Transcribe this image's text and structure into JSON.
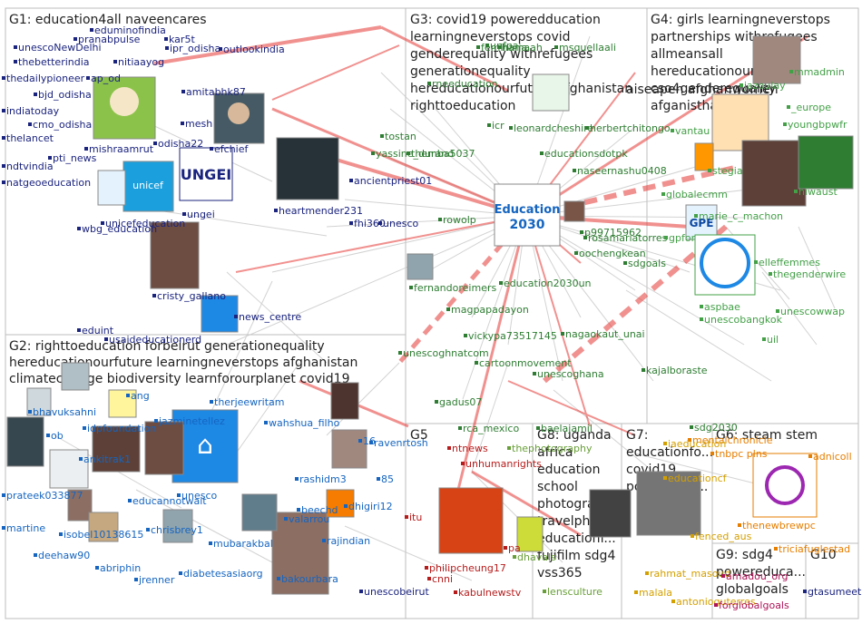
{
  "colors": {
    "g1": "#1a237e",
    "g2": "#1565c0",
    "g3": "#2e7d32",
    "g4": "#43a047",
    "g5": "#b71c1c",
    "g6": "#e67e00",
    "g7": "#d4a000",
    "g8": "#689f38",
    "g9": "#ad1457",
    "edge_red": "#e53935",
    "edge_gray": "#bdbdbd"
  },
  "groups": [
    {
      "id": "G1",
      "title": "G1: education4all naveencares"
    },
    {
      "id": "G2",
      "title": "G2: righttoeducation forbeirut generationequality\nhereducationourfuture learningneverstops afghanistan\nclimatechange biodiversity learnforourplanet covid19"
    },
    {
      "id": "G3",
      "title": "G3: covid19 poweredducation\nlearningneverstops covid\ngenderequality withrefugees\ngenerationequality\nhereducationourfuture afghanistan\nrighttoeducation"
    },
    {
      "id": "G4",
      "title": "G4: girls learningneverstops\npartnerships withrefugees\nallmeansall\nhereducationourfuture\ncso4genderequality\nafganisthan"
    },
    {
      "id": "G5",
      "title": "G5"
    },
    {
      "id": "G6",
      "title": "G6: steam stem"
    },
    {
      "id": "G7",
      "title": "G7:\neducationfo...\ncovid19\npowereduc..."
    },
    {
      "id": "G8",
      "title": "G8: uganda\nafrica\neducation\nschool\nphotograghy\ntravelphoto...\neducationf...\nfujifilm sdg4\nvss365"
    },
    {
      "id": "G9",
      "title": "G9: sdg4\npowereduca...\nglobalgoals"
    },
    {
      "id": "G10",
      "title": "G10"
    }
  ],
  "extra_g3_title": "aiseapen afghanwomen",
  "labels": [
    {
      "t": "eduminofindia",
      "g": "g1"
    },
    {
      "t": "pranabpulse",
      "g": "g1"
    },
    {
      "t": "kar5t",
      "g": "g1"
    },
    {
      "t": "unescoNewDelhi",
      "g": "g1"
    },
    {
      "t": "ipr_odisha",
      "g": "g1"
    },
    {
      "t": "outlookindia",
      "g": "g1"
    },
    {
      "t": "thebetterindia",
      "g": "g1"
    },
    {
      "t": "nitiaayog",
      "g": "g1"
    },
    {
      "t": "thedailypioneer",
      "g": "g1"
    },
    {
      "t": "ap_od",
      "g": "g1"
    },
    {
      "t": "bjd_odisha",
      "g": "g1"
    },
    {
      "t": "amitabhk87",
      "g": "g1"
    },
    {
      "t": "indiatoday",
      "g": "g1"
    },
    {
      "t": "cmo_odisha",
      "g": "g1"
    },
    {
      "t": "mesh",
      "g": "g1"
    },
    {
      "t": "thelancet",
      "g": "g1"
    },
    {
      "t": "mishraamrut",
      "g": "g1"
    },
    {
      "t": "odisha22",
      "g": "g1"
    },
    {
      "t": "efchief",
      "g": "g1"
    },
    {
      "t": "ndtvindia",
      "g": "g1"
    },
    {
      "t": "pti_news",
      "g": "g1"
    },
    {
      "t": "natgeoeducation",
      "g": "g1"
    },
    {
      "t": "wbg_education",
      "g": "g1"
    },
    {
      "t": "unicefeducation",
      "g": "g1"
    },
    {
      "t": "ungei",
      "g": "g1"
    },
    {
      "t": "heartmender231",
      "g": "g1"
    },
    {
      "t": "ancientpriest01",
      "g": "g1"
    },
    {
      "t": "fhi360",
      "g": "g1"
    },
    {
      "t": "unesco",
      "g": "g1"
    },
    {
      "t": "cristy_gallano",
      "g": "g1"
    },
    {
      "t": "news_centre",
      "g": "g1"
    },
    {
      "t": "eduint",
      "g": "g1"
    },
    {
      "t": "usaideducationerd",
      "g": "g1"
    },
    {
      "t": "bhavuksahni",
      "g": "g2"
    },
    {
      "t": "idpfoundation",
      "g": "g2"
    },
    {
      "t": "jazminetellez",
      "g": "g2"
    },
    {
      "t": "therjeewritam",
      "g": "g2"
    },
    {
      "t": "wahshua_filho",
      "g": "g2"
    },
    {
      "t": "ankitrak1",
      "g": "g2"
    },
    {
      "t": "prateek033877",
      "g": "g2"
    },
    {
      "t": "educannotwait",
      "g": "g2"
    },
    {
      "t": "unesco",
      "g": "g2"
    },
    {
      "t": "rashidm3",
      "g": "g2"
    },
    {
      "t": "85",
      "g": "g2"
    },
    {
      "t": "valarrou",
      "g": "g2"
    },
    {
      "t": "martine",
      "g": "g2"
    },
    {
      "t": "isobel10138615",
      "g": "g2"
    },
    {
      "t": "chrisbrey1",
      "g": "g2"
    },
    {
      "t": "mubarakbal",
      "g": "g2"
    },
    {
      "t": "dhigiri12",
      "g": "g2"
    },
    {
      "t": "rajindian",
      "g": "g2"
    },
    {
      "t": "deehaw90",
      "g": "g2"
    },
    {
      "t": "abriphin",
      "g": "g2"
    },
    {
      "t": "diabetesasiaorg",
      "g": "g2"
    },
    {
      "t": "jrenner",
      "g": "g2"
    },
    {
      "t": "bakourbara",
      "g": "g2"
    },
    {
      "t": "ob",
      "g": "g2"
    },
    {
      "t": "ang",
      "g": "g2"
    },
    {
      "t": "ravenrtosh",
      "g": "g2"
    },
    {
      "t": "beechd",
      "g": "g2"
    },
    {
      "t": "16",
      "g": "g2"
    },
    {
      "t": "tostan",
      "g": "g3"
    },
    {
      "t": "yassine_durand",
      "g": "g3"
    },
    {
      "t": "themba5037",
      "g": "g3"
    },
    {
      "t": "icr",
      "g": "g3"
    },
    {
      "t": "leonardcheshire",
      "g": "g3"
    },
    {
      "t": "herbertchitongo",
      "g": "g3"
    },
    {
      "t": "educationsdotpk",
      "g": "g3"
    },
    {
      "t": "naseernashu0408",
      "g": "g3"
    },
    {
      "t": "rowolp",
      "g": "g3"
    },
    {
      "t": "p99715962",
      "g": "g3"
    },
    {
      "t": "education2030un",
      "g": "g3"
    },
    {
      "t": "rosamariatorres",
      "g": "g3"
    },
    {
      "t": "oochengkean",
      "g": "g3"
    },
    {
      "t": "fernandoreimers",
      "g": "g3"
    },
    {
      "t": "sdgoals",
      "g": "g3"
    },
    {
      "t": "magpapadayon",
      "g": "g3"
    },
    {
      "t": "nagaokaut_unai",
      "g": "g3"
    },
    {
      "t": "vickypa73517145",
      "g": "g3"
    },
    {
      "t": "unescoghnatcom",
      "g": "g3"
    },
    {
      "t": "cartoonmovement",
      "g": "g3"
    },
    {
      "t": "unescoghana",
      "g": "g3"
    },
    {
      "t": "kajalboraste",
      "g": "g3"
    },
    {
      "t": "gadus07",
      "g": "g3"
    },
    {
      "t": "rca_mexico",
      "g": "g3"
    },
    {
      "t": "sdg2030",
      "g": "g3"
    },
    {
      "t": "baelajamil",
      "g": "g3"
    },
    {
      "t": "femininja",
      "g": "g3"
    },
    {
      "t": "msquellaali",
      "g": "g3"
    },
    {
      "t": "rneeducation",
      "g": "g3"
    },
    {
      "t": "unfpa",
      "g": "g3"
    },
    {
      "t": "hamaah",
      "g": "g3"
    },
    {
      "t": "mmadmin",
      "g": "g4"
    },
    {
      "t": "jazoulay",
      "g": "g4"
    },
    {
      "t": "_europe",
      "g": "g4"
    },
    {
      "t": "youngbpwfr",
      "g": "g4"
    },
    {
      "t": "vantau",
      "g": "g4"
    },
    {
      "t": "stegia",
      "g": "g4"
    },
    {
      "t": "globalecmm",
      "g": "g4"
    },
    {
      "t": "hiwaust",
      "g": "g4"
    },
    {
      "t": "marie_c_machon",
      "g": "g4"
    },
    {
      "t": "gpfor",
      "g": "g4"
    },
    {
      "t": "elleffemmes",
      "g": "g4"
    },
    {
      "t": "thegenderwire",
      "g": "g4"
    },
    {
      "t": "aspbae",
      "g": "g4"
    },
    {
      "t": "unescobangkok",
      "g": "g4"
    },
    {
      "t": "unescowwap",
      "g": "g4"
    },
    {
      "t": "uil",
      "g": "g4"
    },
    {
      "t": "ntnews",
      "g": "g5"
    },
    {
      "t": "unhumanrights",
      "g": "g5"
    },
    {
      "t": "itu",
      "g": "g5"
    },
    {
      "t": "philipcheung17",
      "g": "g5"
    },
    {
      "t": "cnni",
      "g": "g5"
    },
    {
      "t": "kabulnewstv",
      "g": "g5"
    },
    {
      "t": "unescobeirut",
      "g": "g1"
    },
    {
      "t": "thephotography",
      "g": "g8"
    },
    {
      "t": "dhavals",
      "g": "g8"
    },
    {
      "t": "pa",
      "g": "g5"
    },
    {
      "t": "lensculture",
      "g": "g8"
    },
    {
      "t": "tnbpc plns",
      "g": "g6"
    },
    {
      "t": "adnicoll",
      "g": "g6"
    },
    {
      "t": "thenewbrewpc",
      "g": "g6"
    },
    {
      "t": "triciafuglestad",
      "g": "g6"
    },
    {
      "t": "mentalchronicle",
      "g": "g6"
    },
    {
      "t": "educationcf",
      "g": "g7"
    },
    {
      "t": "fenced_aus",
      "g": "g7"
    },
    {
      "t": "rahmat_masoud",
      "g": "g7"
    },
    {
      "t": "malala",
      "g": "g7"
    },
    {
      "t": "antonioguterres",
      "g": "g7"
    },
    {
      "t": "iaeducation",
      "g": "g7"
    },
    {
      "t": "amadou_org",
      "g": "g9"
    },
    {
      "t": "forglobalgoals",
      "g": "g9"
    },
    {
      "t": "gtasumeet",
      "g": "g1"
    }
  ]
}
